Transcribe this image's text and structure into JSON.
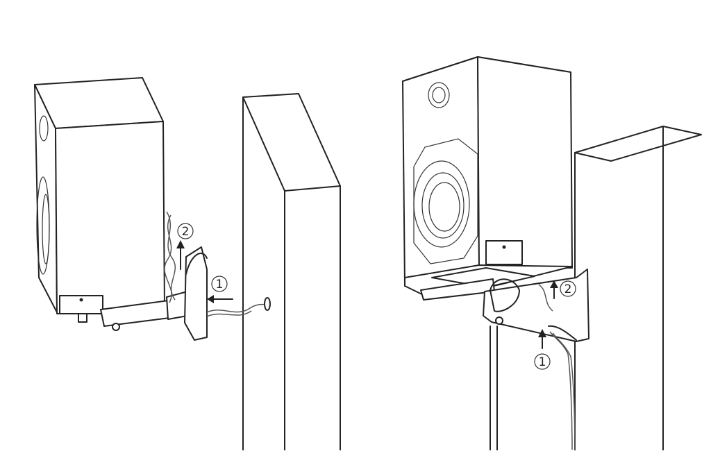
{
  "diagram": {
    "steps": [
      {
        "left_step1": "1"
      },
      {
        "left_step2": "2"
      }
    ],
    "left": {
      "step1": "1",
      "step2": "2"
    },
    "right": {
      "step1": "1",
      "step2": "2"
    }
  }
}
